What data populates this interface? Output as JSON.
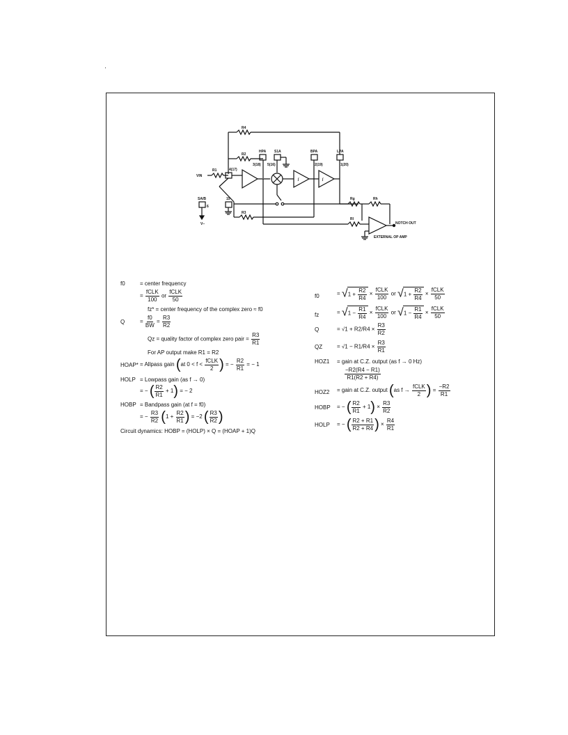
{
  "schematic": {
    "labels": {
      "r4": "R4",
      "r2": "R2",
      "r1": "R1",
      "r3": "R3",
      "hpa": "HPA",
      "s1a": "S1A",
      "bpa": "BPA",
      "lpa": "LPA",
      "vin": "VIN",
      "pin_4_17": "4(17)",
      "pin_3_18": "3(18)",
      "pin_5_16": "5(16)",
      "pin_2_19": "2(19)",
      "pin_1_20": "1(20)",
      "pin_15": "15",
      "sab": "SA/B",
      "pin_6": "6",
      "vminus": "V−",
      "rg": "Rg",
      "rh": "Rh",
      "rl": "Rl",
      "notch_out": "NOTCH OUT",
      "ext_op_amp": "EXTERNAL OP AMP",
      "int_symbol": "∫"
    }
  },
  "left_eqs": {
    "f0_sym": "f0",
    "f0_def": "= center frequency",
    "f0_formula_pre": "=",
    "fclk": "fCLK",
    "n100": "100",
    "or": "or",
    "n50": "50",
    "fz_def": "fz* = center frequency of the complex zero ≈ f0",
    "q_sym": "Q",
    "q_eq": "=",
    "q_num": "f0",
    "q_den": "BW",
    "q_eq2": "=",
    "q_num2": "R3",
    "q_den2": "R2",
    "qz_def": "Qz = quality factor of complex zero pair =",
    "qz_num": "R3",
    "qz_den": "R1",
    "ap_note": "For AP output make R1 = R2",
    "hoap_sym": "HOAP*",
    "hoap_def": "= Allpass gain",
    "hoap_cond": "at 0 < f <",
    "hoap_cond_den": "2",
    "hoap_res": "= −",
    "hoap_r2": "R2",
    "hoap_r1": "R1",
    "hoap_end": "= − 1",
    "holp_sym": "HOLP",
    "holp_def": "= Lowpass gain (as f → 0)",
    "holp_f_pre": "= −",
    "holp_r2": "R2",
    "holp_r1": "R1",
    "holp_plus": "+ 1",
    "holp_end": "= − 2",
    "hobp_sym": "HOBP",
    "hobp_def": "= Bandpass gain (at f = f0)",
    "hobp_f_pre": "= −",
    "hobp_r3": "R3",
    "hobp_r2": "R2",
    "hobp_mid": "1 +",
    "hobp_r2b": "R2",
    "hobp_r1": "R1",
    "hobp_end": "= −2",
    "hobp_r3b": "R3",
    "hobp_r2c": "R2",
    "dyn": "Circuit dynamics: HOBP = (HOLP) × Q = (HOAP + 1)Q"
  },
  "right_eqs": {
    "f0_sym": "f0",
    "f0_pre": "=",
    "f0_rad1": "1 +",
    "r2": "R2",
    "r4": "R4",
    "x": "×",
    "fclk": "fCLK",
    "n100": "100",
    "or": "or",
    "n50": "50",
    "fz_sym": "fz",
    "fz_rad1": "1 −",
    "r1": "R1",
    "q_sym": "Q",
    "q_expr": "= √1 + R2/R4 ×",
    "q_num": "R3",
    "q_den": "R2",
    "qz_sym": "QZ",
    "qz_expr": "= √1 − R1/R4 ×",
    "qz_num": "R3",
    "qz_den": "R1",
    "hoz1_sym": "HOZ1",
    "hoz1_def": "= gain at C.Z. output (as f → 0 Hz)",
    "hoz1_num": "−R2(R4 − R1)",
    "hoz1_den": "R1(R2 + R4)",
    "hoz2_sym": "HOZ2",
    "hoz2_def": "= gain at C.Z. output",
    "hoz2_cond": "as f →",
    "hoz2_den": "2",
    "hoz2_res_num": "−R2",
    "hoz2_res_den": "R1",
    "hobp_sym": "HOBP",
    "hobp_pre": "= −",
    "hobp_plus": "+ 1",
    "hobp_x": "×",
    "hobp_r3": "R3",
    "hobp_r2": "R2",
    "holp_sym": "HOLP",
    "holp_pre": "= −",
    "holp_num": "R2 + R1",
    "holp_den": "R2 + R4",
    "holp_x": "×",
    "holp_r4": "R4",
    "holp_r1": "R1"
  }
}
